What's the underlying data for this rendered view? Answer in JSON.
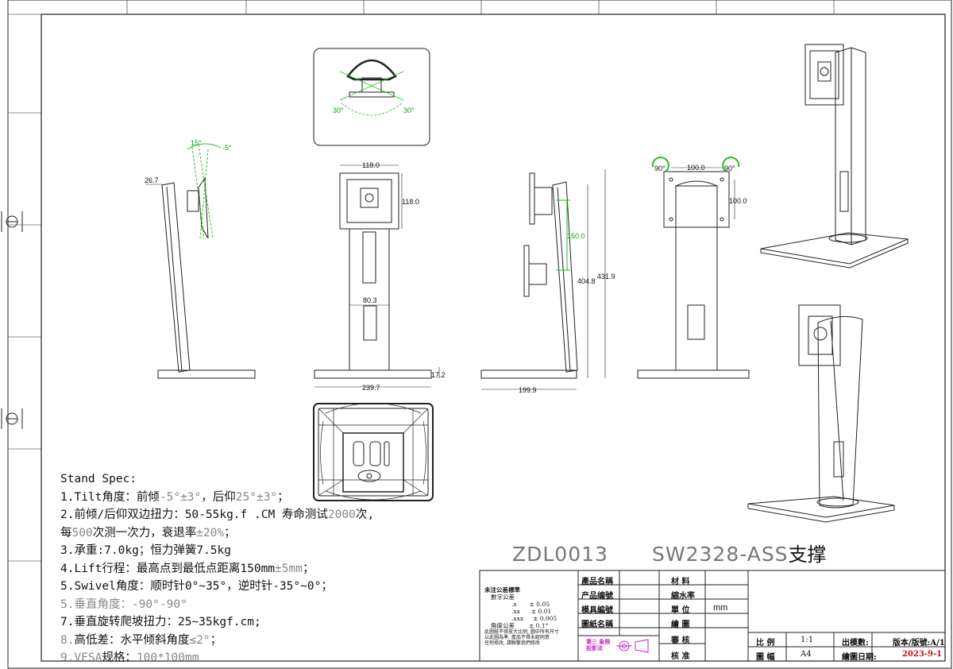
{
  "stand_spec": {
    "heading": "Stand Spec:",
    "lines": [
      {
        "a": "1.Tilt角度：前倾",
        "b": "-5°±3°",
        "c": "，后仰",
        "d": "25°±3°",
        "e": "；"
      },
      {
        "a": "2.前倾/后仰双边扭力：50-55kg.f .CM  寿命测试",
        "b": "2000",
        "c": "次,"
      },
      {
        "a": "每",
        "b": "500",
        "c": "次测一次力，衰退率",
        "d": "±20%",
        "e": "；"
      },
      {
        "a": "3.承重:7.0kg；恒力弹簧7.5kg"
      },
      {
        "a": "4.Lift行程：最高点到最低点距离150mm",
        "b": "±5mm",
        "c": "；"
      },
      {
        "a": "5.Swivel角度：顺时针0°~35°，逆时针-35°~0°；"
      },
      {
        "a": "5.",
        "b": "垂直角度：",
        "c": "-90°-90°"
      },
      {
        "a": "7.垂直旋转爬坡扭力：25~35kgf.cm;"
      },
      {
        "a": "8.",
        "b": "高低差：",
        "c": "水平倾斜角度",
        "d": "≤2°",
        "e": "；"
      },
      {
        "a": "9.VESA",
        "b": "规格：",
        "c": "100*100mm"
      }
    ]
  },
  "part_title": {
    "code": "ZDL0013",
    "model": "SW2328-ASS",
    "suffix": "支撑"
  },
  "dimensions": {
    "side_tilt": [
      "15°",
      "-5°",
      "26.7"
    ],
    "front": [
      "118.0",
      "118.0",
      "80.3",
      "239.7",
      "17.2"
    ],
    "side_lift": [
      "150.0",
      "404.8",
      "431.9",
      "199.9"
    ],
    "back": [
      "90°",
      "100.0",
      "90°",
      "100.0"
    ],
    "swivel": [
      "30°",
      "30°"
    ]
  },
  "title_block": {
    "tolerance": {
      "heading": "未注公差標準",
      "digits_label": "數字公差",
      "rows": [
        [
          ".x",
          "± 0.05"
        ],
        [
          ".xx",
          "± 0.01"
        ],
        [
          ".xxx",
          "± 0.005"
        ]
      ],
      "angle_label": "角度公差",
      "angle_value": "± 0.1°",
      "note": [
        "此圖紙不得放大比例, 圖中所有尺寸",
        "以此圖為準, 產品不得未經同意",
        "任何修改, 請聯繫我們修改"
      ]
    },
    "projection": "第三 象限 投影法",
    "labels": [
      "產品名稱",
      "产品编號",
      "模具編號",
      "圖紙名稱"
    ],
    "mid_labels": [
      "材 料",
      "縮水率",
      "單 位",
      "繪 圖",
      "審 核",
      "核 准"
    ],
    "unit_value": "mm",
    "bottom": {
      "scale_label": "比 例",
      "scale_value": "1:1",
      "size_label": "圖 幅",
      "size_value": "A4",
      "mold_label": "出模數:",
      "version_label": "版本/版號:A/1",
      "date_label": "繪圖日期:",
      "date_value": "2023-9-1"
    }
  }
}
